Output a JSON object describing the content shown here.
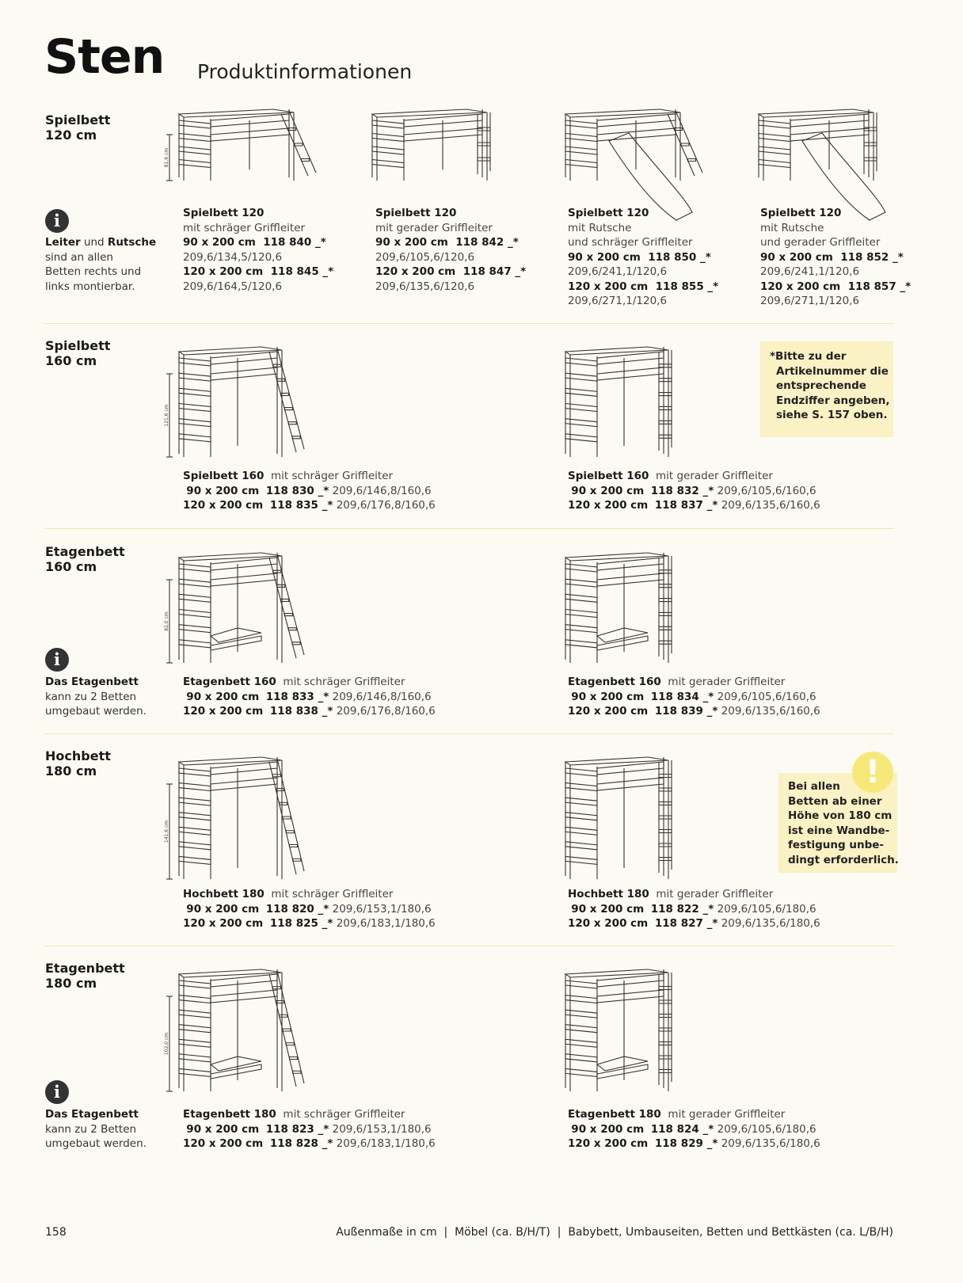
{
  "header": {
    "brand": "Sten",
    "subtitle": "Produktinformationen"
  },
  "sections": [
    {
      "title_1": "Spielbett",
      "title_2": "120 cm"
    },
    {
      "title_1": "Spielbett",
      "title_2": "160 cm"
    },
    {
      "title_1": "Etagenbett",
      "title_2": "160 cm"
    },
    {
      "title_1": "Hochbett",
      "title_2": "180 cm"
    },
    {
      "title_1": "Etagenbett",
      "title_2": "180 cm"
    }
  ],
  "side_notes": {
    "leiter": {
      "w1": "Leiter",
      "w2": " und ",
      "w3": "Rutsche",
      "l2": "sind an allen",
      "l3": "Betten rechts und",
      "l4": "links montierbar."
    },
    "etagen160": {
      "l1": "Das Etagenbett",
      "l2": "kann zu 2 Betten",
      "l3": "umgebaut werden."
    },
    "etagen180": {
      "l1": "Das Etagenbett",
      "l2": "kann zu 2 Betten",
      "l3": "umgebaut werden."
    }
  },
  "products_120": [
    {
      "name": "Spielbett 120",
      "sub1": "mit schräger Griffleiter",
      "sub2": "",
      "v1_size": "90 x 200 cm",
      "v1_code": "118 840 _*",
      "v1_dim": "209,6/134,5/120,6",
      "v2_size": "120 x 200 cm",
      "v2_code": "118 845 _*",
      "v2_dim": "209,6/164,5/120,6"
    },
    {
      "name": "Spielbett 120",
      "sub1": "mit gerader Griffleiter",
      "sub2": "",
      "v1_size": "90 x 200 cm",
      "v1_code": "118 842 _*",
      "v1_dim": "209,6/105,6/120,6",
      "v2_size": "120 x 200 cm",
      "v2_code": "118 847 _*",
      "v2_dim": "209,6/135,6/120,6"
    },
    {
      "name": "Spielbett 120",
      "sub1": "mit Rutsche",
      "sub2": "und schräger Griffleiter",
      "v1_size": "90 x 200 cm",
      "v1_code": "118 850 _*",
      "v1_dim": "209,6/241,1/120,6",
      "v2_size": "120 x 200 cm",
      "v2_code": "118 855 _*",
      "v2_dim": "209,6/271,1/120,6"
    },
    {
      "name": "Spielbett 120",
      "sub1": "mit Rutsche",
      "sub2": "und gerader Griffleiter",
      "v1_size": "90 x 200 cm",
      "v1_code": "118 852 _*",
      "v1_dim": "209,6/241,1/120,6",
      "v2_size": "120 x 200 cm",
      "v2_code": "118 857 _*",
      "v2_dim": "209,6/271,1/120,6"
    }
  ],
  "products_rows": [
    {
      "name": "Spielbett 160",
      "desc": "mit schräger Griffleiter",
      "v1_size": "90 x 200 cm",
      "v1_code": "118 830 _*",
      "v1_dim": "209,6/146,8/160,6",
      "v2_size": "120 x 200 cm",
      "v2_code": "118 835 _*",
      "v2_dim": "209,6/176,8/160,6"
    },
    {
      "name": "Spielbett 160",
      "desc": "mit gerader Griffleiter",
      "v1_size": "90 x 200 cm",
      "v1_code": "118 832 _*",
      "v1_dim": "209,6/105,6/160,6",
      "v2_size": "120 x 200 cm",
      "v2_code": "118 837 _*",
      "v2_dim": "209,6/135,6/160,6"
    },
    {
      "name": "Etagenbett 160",
      "desc": "mit schräger Griffleiter",
      "v1_size": "90 x 200 cm",
      "v1_code": "118 833 _*",
      "v1_dim": "209,6/146,8/160,6",
      "v2_size": "120 x 200 cm",
      "v2_code": "118 838 _*",
      "v2_dim": "209,6/176,8/160,6"
    },
    {
      "name": "Etagenbett 160",
      "desc": "mit gerader Griffleiter",
      "v1_size": "90 x 200 cm",
      "v1_code": "118 834 _*",
      "v1_dim": "209,6/105,6/160,6",
      "v2_size": "120 x 200 cm",
      "v2_code": "118 839 _*",
      "v2_dim": "209,6/135,6/160,6"
    },
    {
      "name": "Hochbett 180",
      "desc": "mit schräger Griffleiter",
      "v1_size": "90 x 200 cm",
      "v1_code": "118 820 _*",
      "v1_dim": "209,6/153,1/180,6",
      "v2_size": "120 x 200 cm",
      "v2_code": "118 825 _*",
      "v2_dim": "209,6/183,1/180,6"
    },
    {
      "name": "Hochbett 180",
      "desc": "mit gerader Griffleiter",
      "v1_size": "90 x 200 cm",
      "v1_code": "118 822 _*",
      "v1_dim": "209,6/105,6/180,6",
      "v2_size": "120 x 200 cm",
      "v2_code": "118 827 _*",
      "v2_dim": "209,6/135,6/180,6"
    },
    {
      "name": "Etagenbett 180",
      "desc": "mit schräger Griffleiter",
      "v1_size": "90 x 200 cm",
      "v1_code": "118 823 _*",
      "v1_dim": "209,6/153,1/180,6",
      "v2_size": "120 x 200 cm",
      "v2_code": "118 828 _*",
      "v2_dim": "209,6/183,1/180,6"
    },
    {
      "name": "Etagenbett 180",
      "desc": "mit gerader Griffleiter",
      "v1_size": "90 x 200 cm",
      "v1_code": "118 824 _*",
      "v1_dim": "209,6/105,6/180,6",
      "v2_size": "120 x 200 cm",
      "v2_code": "118 829 _*",
      "v2_dim": "209,6/135,6/180,6"
    }
  ],
  "heights": {
    "h120": "81,6 cm",
    "h160s": "121,6 cm",
    "h160e": "82,0 cm",
    "h180s": "141,6 cm",
    "h180e": "102,0 cm"
  },
  "note_box": {
    "l1": "*Bitte zu der",
    "l2": "Artikelnummer die",
    "l3": "entsprechende",
    "l4": "Endziffer angeben,",
    "l5": "siehe S. 157 oben."
  },
  "warning_box": {
    "l1": "Bei allen",
    "l2": "Betten ab einer",
    "l3": "Höhe von 180 cm",
    "l4": "ist eine Wandbe-",
    "l5": "festigung unbe-",
    "l6": "dingt erforderlich."
  },
  "footer": {
    "page": "158",
    "text": "Außenmaße in cm  |  Möbel (ca. B/H/T)  |  Babybett, Umbauseiten, Betten und Bettkästen (ca. L/B/H)"
  },
  "colors": {
    "background": "#fcfbf3",
    "separator": "#efe9a6",
    "note_bg": "#faf1c4",
    "warning_icon": "#f7e87a",
    "text": "#1e1e1e"
  }
}
